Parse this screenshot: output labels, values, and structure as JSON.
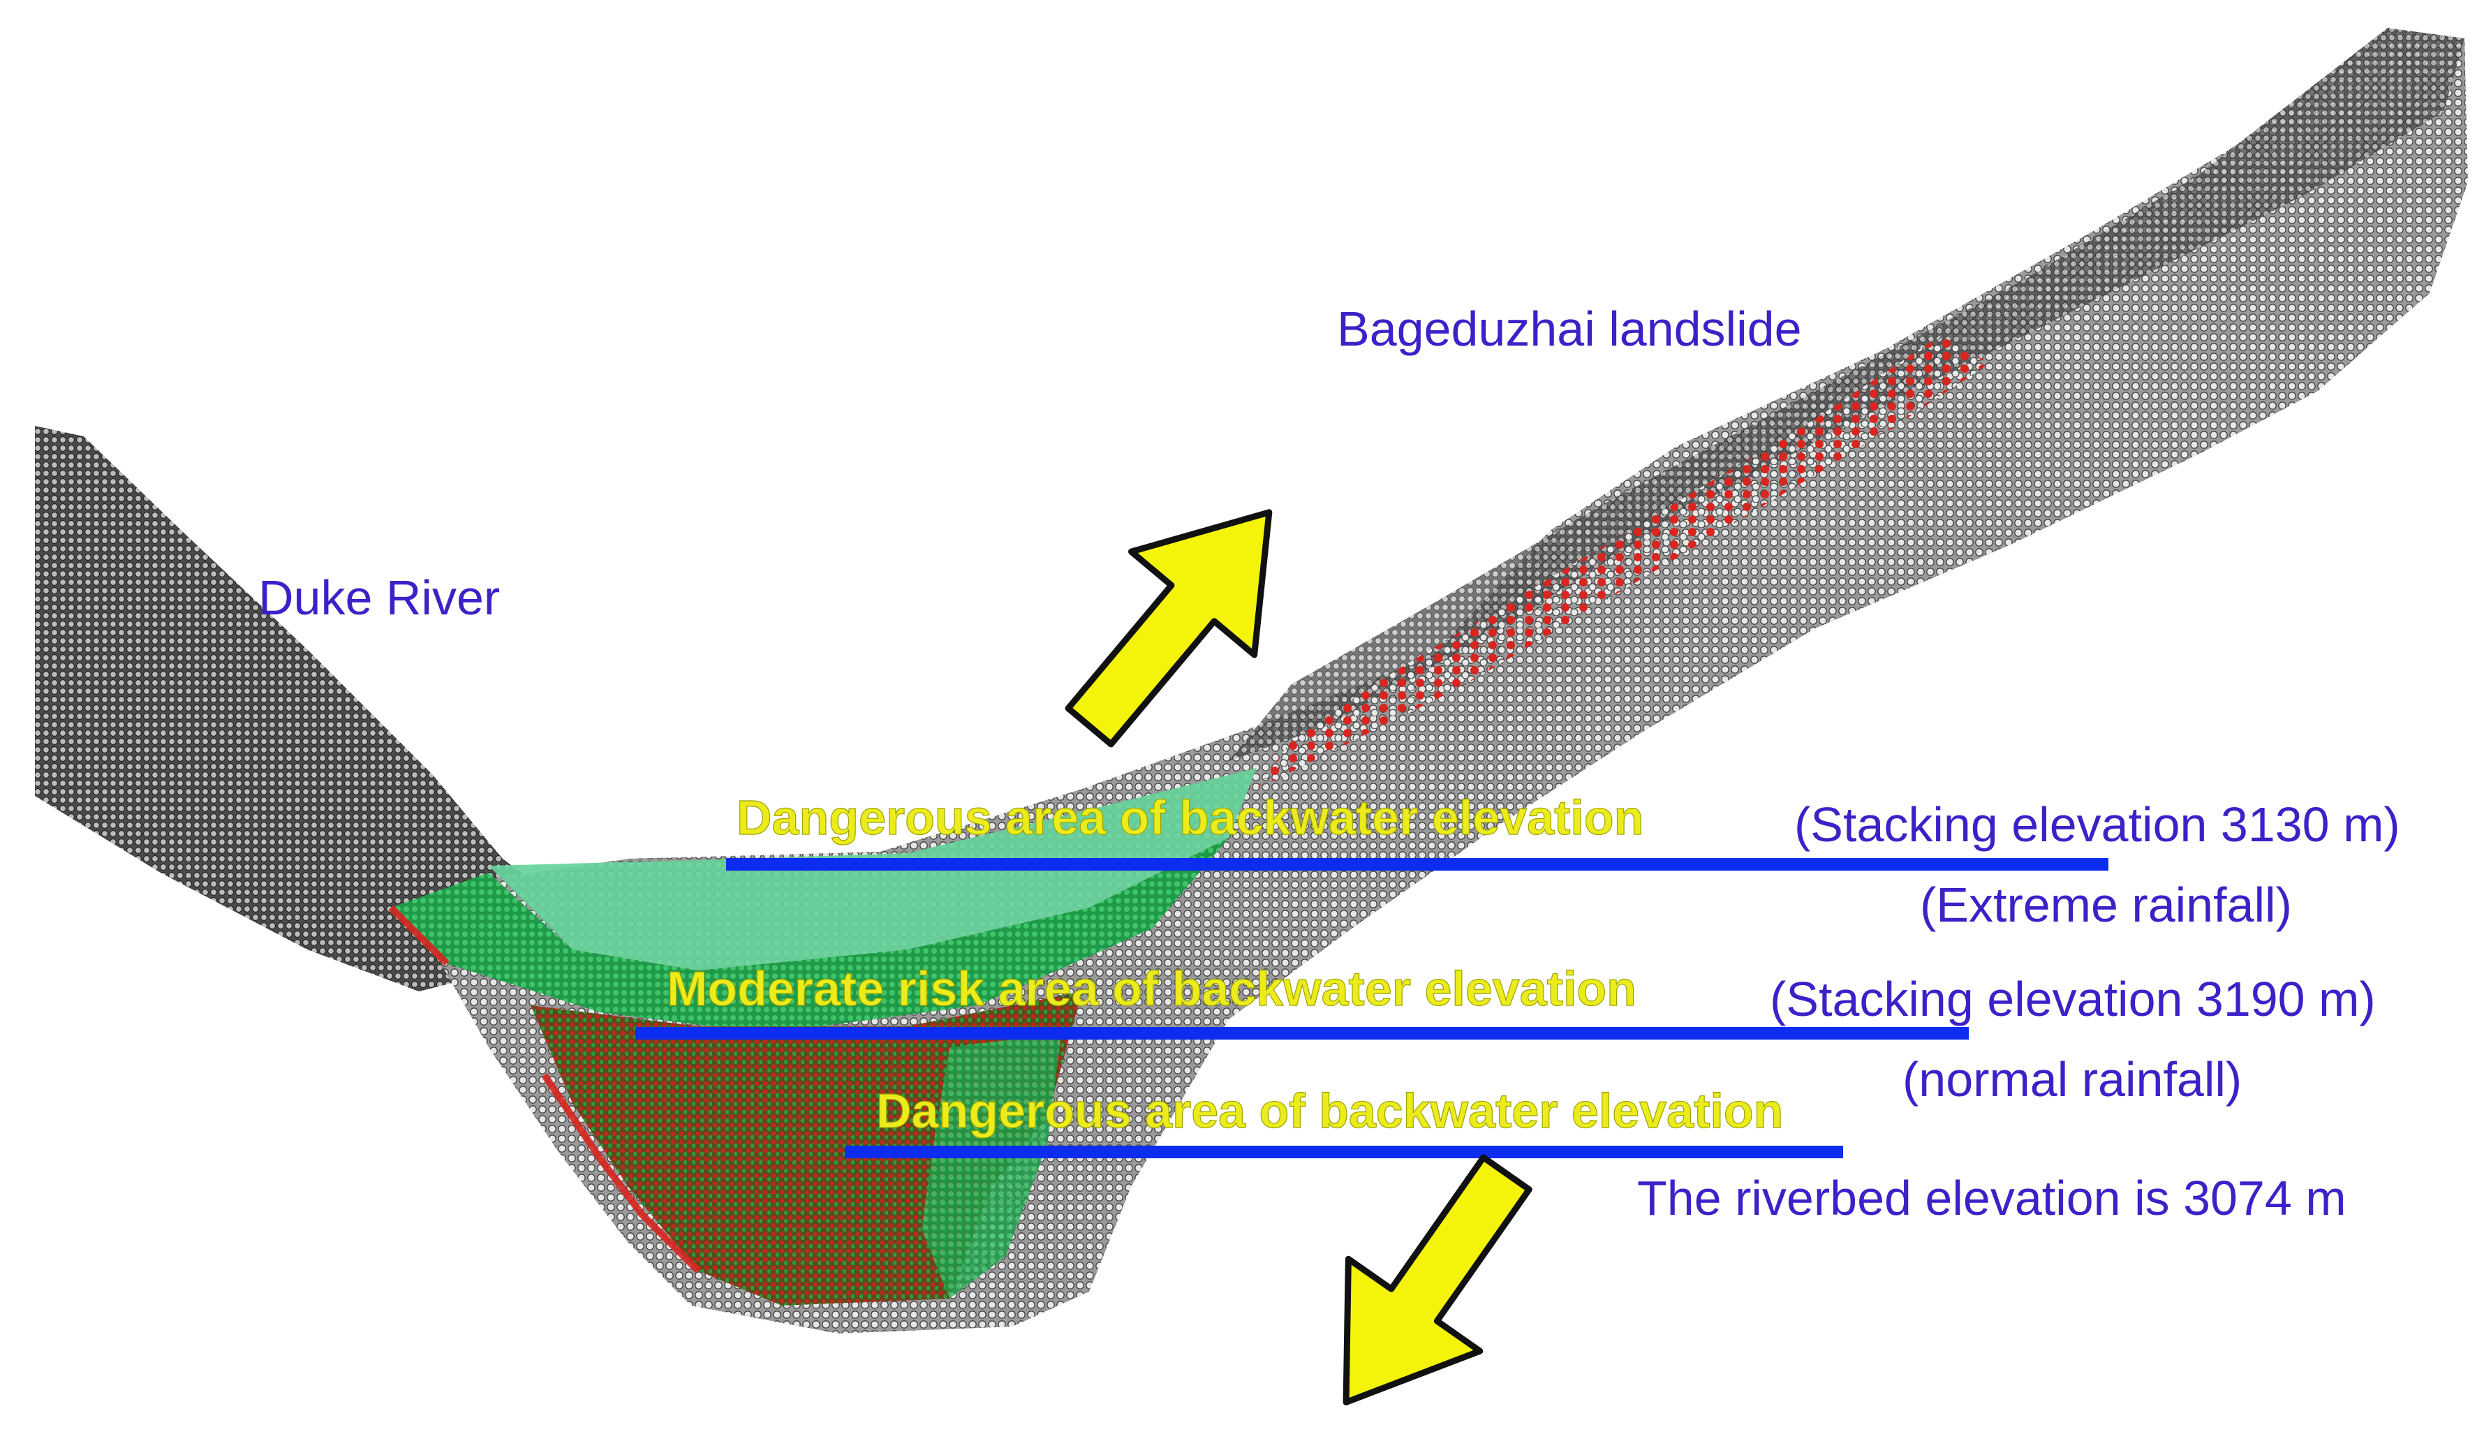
{
  "labels": {
    "duke_river": "Duke River",
    "landslide": "Bageduzhai landslide",
    "zone_upper": "Dangerous area of backwater elevation",
    "zone_middle": "Moderate risk area of backwater elevation",
    "zone_lower": "Dangerous area of backwater elevation",
    "stacking_3130": "(Stacking elevation 3130 m)",
    "extreme_rainfall": "(Extreme rainfall)",
    "stacking_3190": "(Stacking elevation 3190 m)",
    "normal_rainfall": "(normal rainfall)",
    "riverbed": "The riverbed elevation is 3074 m"
  },
  "colors": {
    "terrain": "#8f8f8f",
    "terrain_dark": "#3a3a3a",
    "landslide_particles": "#d8251f",
    "backwater_light": "#66d39a",
    "backwater_dark": "#1f9a48",
    "deposit": "#5e4a1c",
    "elevation_line": "#0c2cf0",
    "arrow_fill": "#f4f40a",
    "label_text": "#3a22c8",
    "zone_text": "#ecec1c"
  },
  "icons": {
    "arrow_up": "arrow-up-right-icon",
    "arrow_down": "arrow-down-left-icon"
  }
}
